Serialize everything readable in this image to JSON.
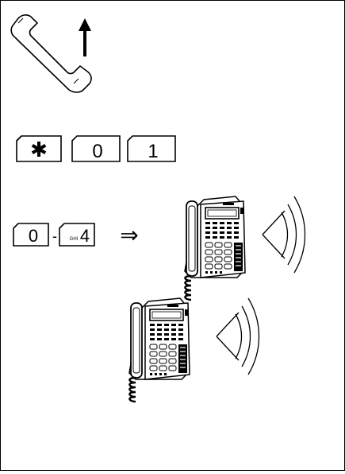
{
  "steps": {
    "lift_handset": {
      "icon": "handset-lift-icon"
    },
    "feature_code": {
      "keys": [
        {
          "label": "✱",
          "icon": "star-key-icon"
        },
        {
          "label": "0",
          "icon": "digit-key-icon"
        },
        {
          "label": "1",
          "icon": "digit-key-icon"
        }
      ]
    },
    "select_station": {
      "range_from": "0",
      "separator": "-",
      "range_to": "4",
      "range_to_letters": "GHI",
      "result_arrow": "⇒",
      "ringing_phones": [
        "desk-phone-icon",
        "desk-phone-icon"
      ]
    }
  },
  "colors": {
    "ink": "#000000",
    "paper": "#ffffff"
  }
}
